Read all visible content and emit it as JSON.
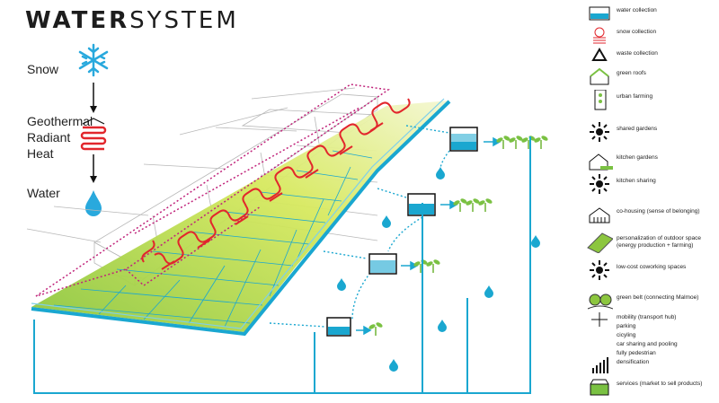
{
  "title": {
    "part1": "WATER",
    "part2": "SYSTEM"
  },
  "flow": {
    "snow": "Snow",
    "geothermal": [
      "Geothermal",
      "Radiant",
      "Heat"
    ],
    "water": "Water"
  },
  "legend": [
    {
      "label": "water collection",
      "icon": "water-collection-icon"
    },
    {
      "label": "snow collection",
      "icon": "snow-collection-icon"
    },
    {
      "label": "waste collection",
      "icon": "recycle-icon"
    },
    {
      "label": "green roofs",
      "icon": "green-roof-icon"
    },
    {
      "label": "urban farming",
      "icon": "urban-farming-icon"
    },
    {
      "label": "shared gardens",
      "icon": "shared-gardens-icon"
    },
    {
      "label": "kitchen gardens",
      "icon": "kitchen-gardens-icon"
    },
    {
      "label": "kitchen sharing",
      "icon": "kitchen-sharing-icon"
    },
    {
      "label": "co-housing (sense of belonging)",
      "icon": "co-housing-icon"
    },
    {
      "label": "personalization of outdoor space",
      "label2": "(energy production + farming)",
      "icon": "outdoor-space-icon"
    },
    {
      "label": "low-cost coworking spaces",
      "icon": "coworking-icon"
    },
    {
      "label": "green belt (connecting Malmoe)",
      "icon": "green-belt-icon"
    },
    {
      "label": "mobility (transport hub)",
      "icon": "mobility-icon"
    },
    {
      "label": "parking",
      "icon": "parking-icon"
    },
    {
      "label": "cicyling",
      "icon": "cycling-icon"
    },
    {
      "label": "car sharing and pooling",
      "icon": "car-sharing-icon"
    },
    {
      "label": "fully pedestrian",
      "icon": "pedestrian-icon"
    },
    {
      "label": "densification",
      "icon": "densification-icon"
    },
    {
      "label": "services (market to sell products)",
      "icon": "market-icon"
    }
  ],
  "colors": {
    "water": "#1aa7d0",
    "heat": "#e2262c",
    "dotted_red": "#c0237a",
    "plant": "#7ac142",
    "green_surface": "#cfe36a"
  }
}
